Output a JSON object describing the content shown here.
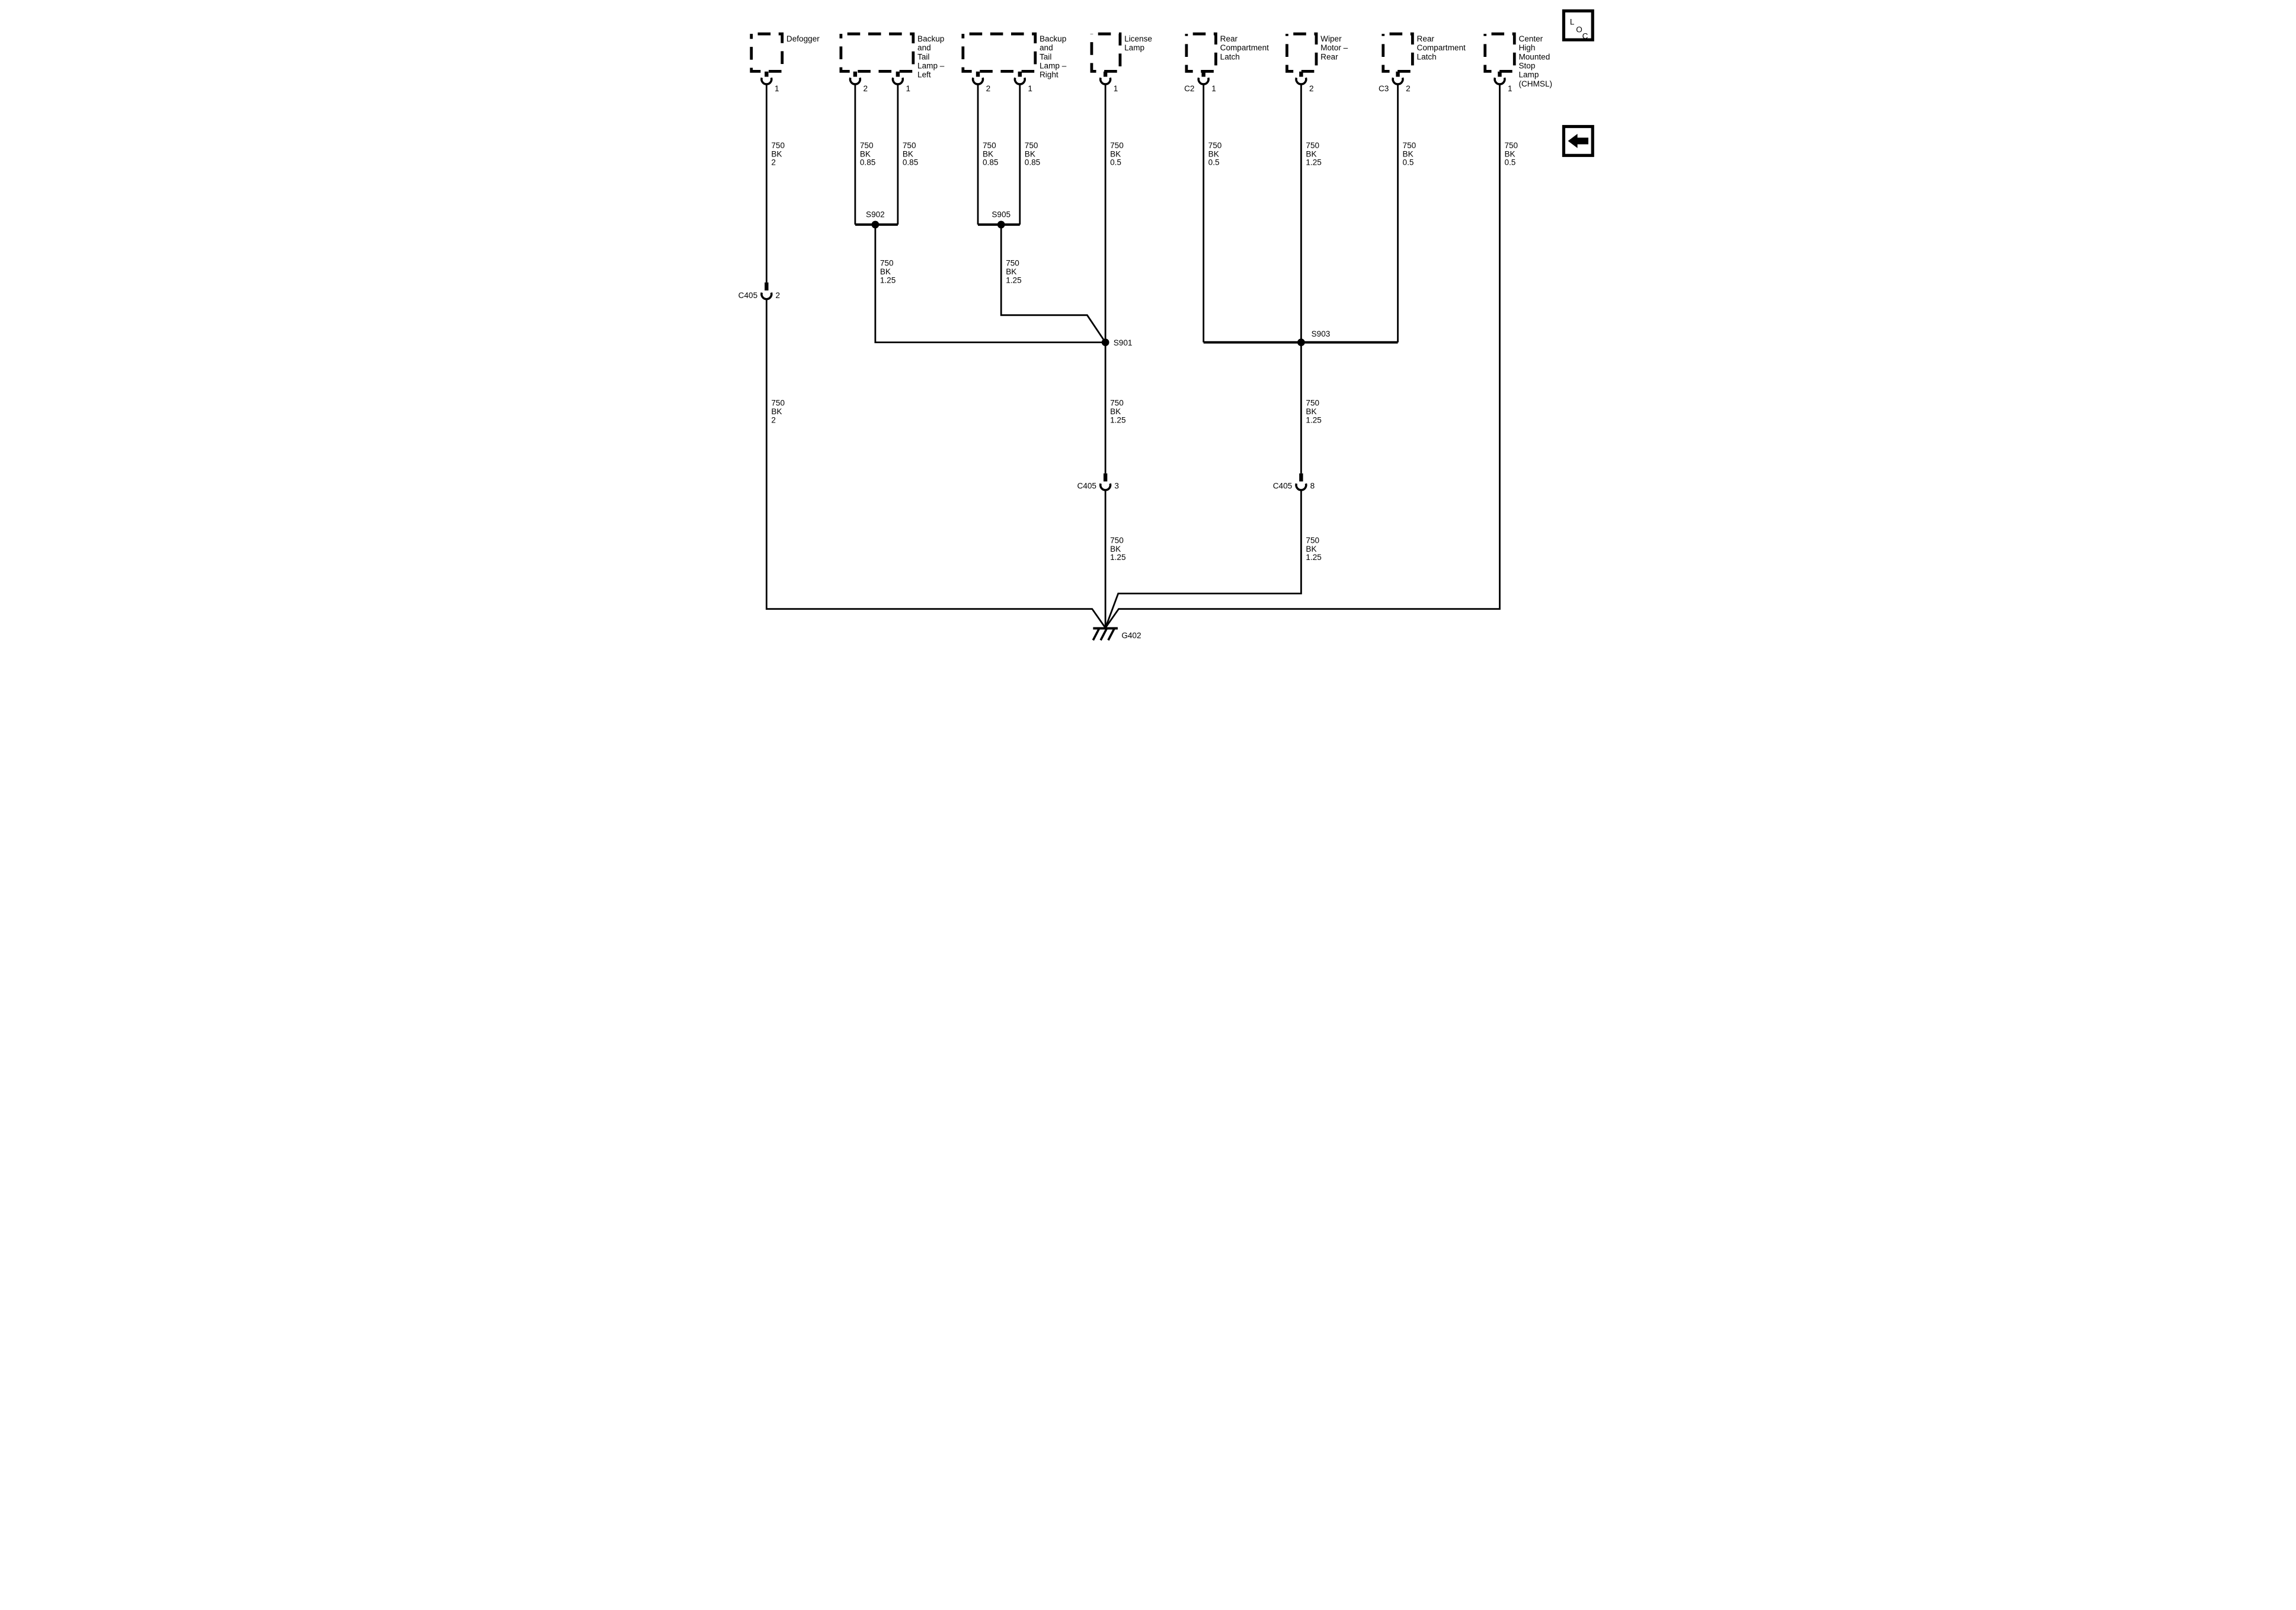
{
  "colors": {
    "background": "#ffffff",
    "line": "#000000"
  },
  "legend": {
    "loc_letters": [
      "L",
      "O",
      "C"
    ]
  },
  "components": [
    {
      "name": "Defogger",
      "lines": [
        "Defogger"
      ],
      "pins": [
        {
          "n": "1"
        }
      ]
    },
    {
      "name": "Backup and Tail Lamp – Left",
      "lines": [
        "Backup",
        "and",
        "Tail",
        "Lamp –",
        "Left"
      ],
      "pins": [
        {
          "n": "2"
        },
        {
          "n": "1"
        }
      ]
    },
    {
      "name": "Backup and Tail Lamp – Right",
      "lines": [
        "Backup",
        "and",
        "Tail",
        "Lamp –",
        "Right"
      ],
      "pins": [
        {
          "n": "2"
        },
        {
          "n": "1"
        }
      ]
    },
    {
      "name": "License Lamp",
      "lines": [
        "License",
        "Lamp"
      ],
      "pins": [
        {
          "n": "1"
        }
      ]
    },
    {
      "name": "Rear Compartment Latch",
      "lines": [
        "Rear",
        "Compartment",
        "Latch"
      ],
      "pins": [
        {
          "n": "1",
          "conn": "C2"
        }
      ]
    },
    {
      "name": "Wiper Motor – Rear",
      "lines": [
        "Wiper",
        "Motor –",
        "Rear"
      ],
      "pins": [
        {
          "n": "2"
        }
      ]
    },
    {
      "name": "Rear Compartment Latch",
      "lines": [
        "Rear",
        "Compartment",
        "Latch"
      ],
      "pins": [
        {
          "n": "2",
          "conn": "C3"
        }
      ]
    },
    {
      "name": "Center High Mounted Stop Lamp (CHMSL)",
      "lines": [
        "Center",
        "High",
        "Mounted",
        "Stop",
        "Lamp",
        "(CHMSL)"
      ],
      "pins": [
        {
          "n": "1"
        }
      ]
    }
  ],
  "wire_labels": [
    {
      "circuit": "750",
      "color": "BK",
      "gauge": "2"
    },
    {
      "circuit": "750",
      "color": "BK",
      "gauge": "0.85"
    },
    {
      "circuit": "750",
      "color": "BK",
      "gauge": "0.85"
    },
    {
      "circuit": "750",
      "color": "BK",
      "gauge": "0.85"
    },
    {
      "circuit": "750",
      "color": "BK",
      "gauge": "0.85"
    },
    {
      "circuit": "750",
      "color": "BK",
      "gauge": "0.5"
    },
    {
      "circuit": "750",
      "color": "BK",
      "gauge": "0.5"
    },
    {
      "circuit": "750",
      "color": "BK",
      "gauge": "1.25"
    },
    {
      "circuit": "750",
      "color": "BK",
      "gauge": "0.5"
    },
    {
      "circuit": "750",
      "color": "BK",
      "gauge": "0.5"
    },
    {
      "circuit": "750",
      "color": "BK",
      "gauge": "1.25"
    },
    {
      "circuit": "750",
      "color": "BK",
      "gauge": "1.25"
    },
    {
      "circuit": "750",
      "color": "BK",
      "gauge": "2"
    },
    {
      "circuit": "750",
      "color": "BK",
      "gauge": "1.25"
    },
    {
      "circuit": "750",
      "color": "BK",
      "gauge": "1.25"
    },
    {
      "circuit": "750",
      "color": "BK",
      "gauge": "1.25"
    },
    {
      "circuit": "750",
      "color": "BK",
      "gauge": "1.25"
    }
  ],
  "splices": [
    {
      "name": "S902"
    },
    {
      "name": "S905"
    },
    {
      "name": "S901"
    },
    {
      "name": "S903"
    }
  ],
  "inline_connectors": [
    {
      "name": "C405",
      "pin": "2"
    },
    {
      "name": "C405",
      "pin": "3"
    },
    {
      "name": "C405",
      "pin": "8"
    }
  ],
  "ground": {
    "name": "G402"
  }
}
